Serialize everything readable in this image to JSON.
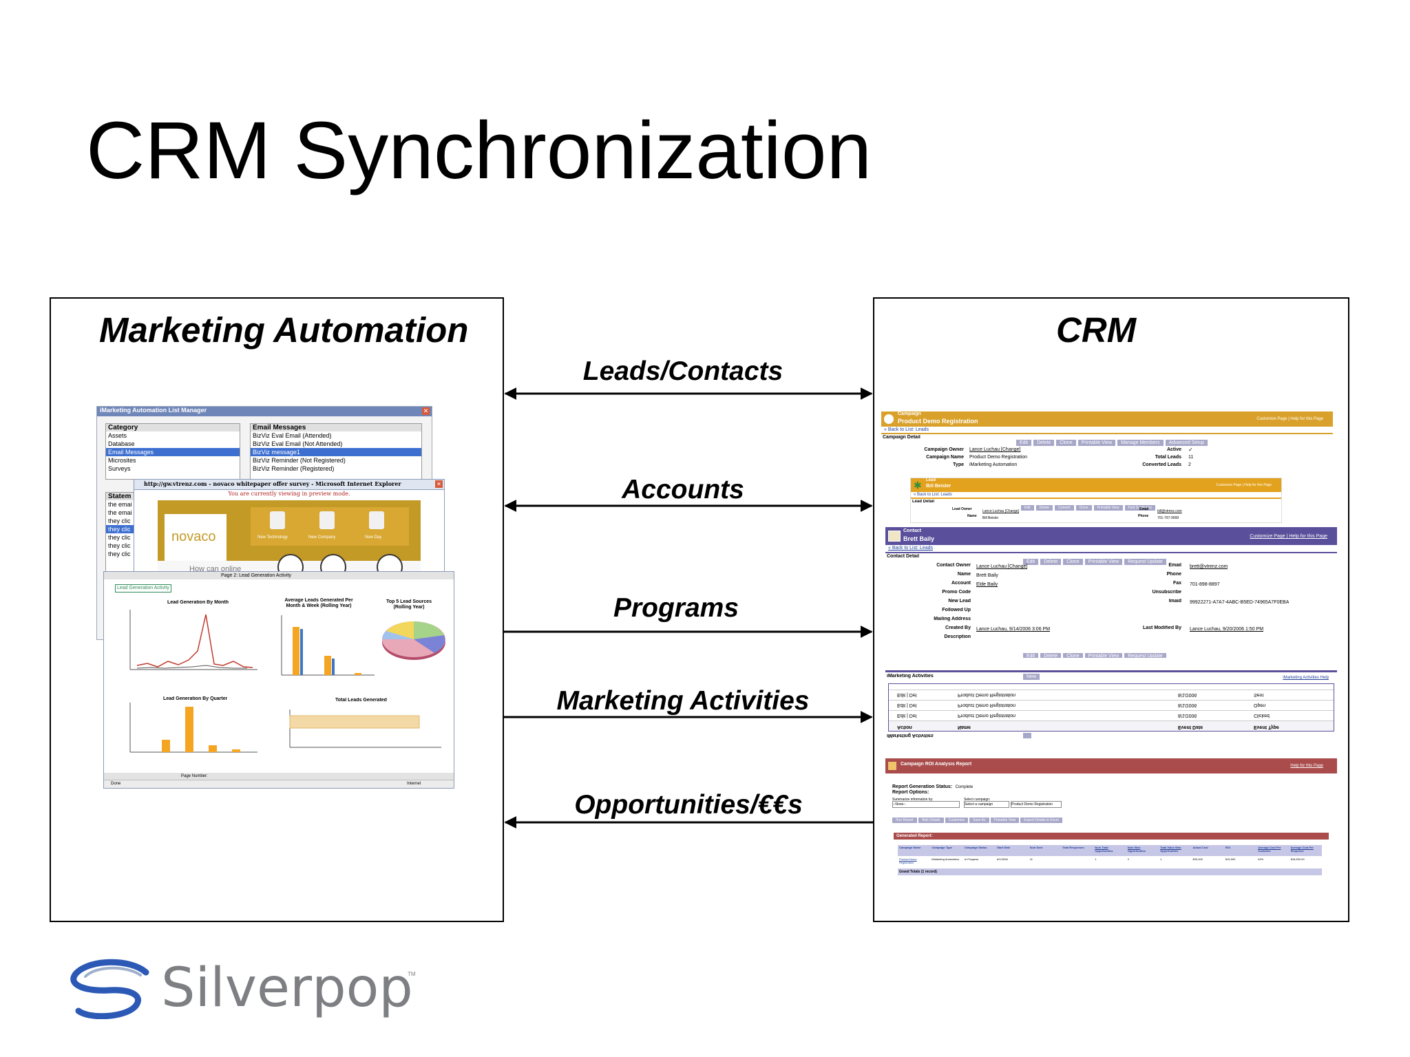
{
  "slide": {
    "title": "CRM Synchronization"
  },
  "left_panel": {
    "title": "Marketing Automation",
    "list_manager": {
      "window_title": "iMarketing Automation List Manager",
      "category_header": "Category",
      "categories": [
        "Assets",
        "Database",
        "Email Messages",
        "Microsites",
        "Surveys"
      ],
      "selected_category": "Email Messages",
      "messages_header": "Email Messages",
      "messages": [
        "BizViz Eval Email (Attended)",
        "BizViz Eval Email (Not Attended)",
        "BizViz message1",
        "BizViz Reminder (Not Registered)",
        "BizViz Reminder (Registered)"
      ],
      "statements_header": "Statem",
      "statements": [
        "the emai",
        "the emai",
        "they clic",
        "they clic",
        "they clic",
        "they clic",
        "they clic"
      ]
    },
    "browser_window": {
      "title": "http://gw.vtrenz.com - novaco whitepaper offer survey - Microsoft Internet Explorer",
      "preview_notice": "You are currently viewing in preview mode.",
      "logo_text": "novaco",
      "tagline": "How can online",
      "icons": [
        "New Technology",
        "New Company",
        "New Day"
      ]
    },
    "report_window": {
      "page_header": "Page 2: Lead Generation Activity",
      "tab_label": "Lead Generation Activity",
      "charts": {
        "by_month": "Lead Generation By Month",
        "avg_leads": "Average Leads Generated Per Month & Week (Rolling Year)",
        "top_sources": "Top 5 Lead Sources (Rolling Year)",
        "by_quarter": "Lead Generation By Quarter",
        "total": "Total Leads Generated"
      },
      "page_number_label": "Page Number:",
      "status_left": "Done",
      "status_right": "Internet"
    }
  },
  "flows": [
    {
      "label": "Leads/Contacts",
      "direction": "both"
    },
    {
      "label": "Accounts",
      "direction": "both"
    },
    {
      "label": "Programs",
      "direction": "right"
    },
    {
      "label": "Marketing Activities",
      "direction": "right"
    },
    {
      "label": "Opportunities/€€s",
      "direction": "left"
    }
  ],
  "right_panel": {
    "title": "CRM",
    "campaign": {
      "header_small": "Campaign",
      "header": "Product Demo Registration",
      "header_links": "Customize Page | Help for this Page",
      "back_link": "« Back to List: Leads",
      "section": "Campaign Detail",
      "buttons": [
        "Edit",
        "Delete",
        "Clone",
        "Printable View",
        "Manage Members",
        "Advanced Setup"
      ],
      "fields": [
        {
          "label": "Campaign Owner",
          "value": "Lance Luchau [Change]"
        },
        {
          "label": "Campaign Name",
          "value": "Product Demo Registration"
        },
        {
          "label": "Type",
          "value": "iMarketing Automation"
        }
      ],
      "right_fields": [
        {
          "label": "Active",
          "value": "✓"
        },
        {
          "label": "Total Leads",
          "value": "11"
        },
        {
          "label": "Converted Leads",
          "value": "2"
        }
      ]
    },
    "lead": {
      "header_small": "Lead",
      "header": "Bill Beisler",
      "header_links": "Customize Page | Help for this Page",
      "back_link": "« Back to List: Leads",
      "section": "Lead Detail",
      "buttons": [
        "Edit",
        "Delete",
        "Convert",
        "Clone",
        "Printable View",
        "Find Duplicates"
      ],
      "fields": [
        {
          "label": "Lead Owner",
          "value": "Lance Luchau [Change]"
        },
        {
          "label": "Name",
          "value": "Bill Beisler"
        }
      ],
      "right_fields": [
        {
          "label": "Email",
          "value": "bill@vtrenz.com"
        },
        {
          "label": "Phone",
          "value": "701-797-9999"
        }
      ]
    },
    "contact": {
      "header_small": "Contact",
      "header": "Brett Baily",
      "header_links": "Customize Page | Help for this Page",
      "back_link": "« Back to List: Leads",
      "section": "Contact Detail",
      "buttons": [
        "Edit",
        "Delete",
        "Clone",
        "Printable View",
        "Request Update"
      ],
      "fields": [
        {
          "label": "Contact Owner",
          "value": "Lance Luchau [Change]"
        },
        {
          "label": "Name",
          "value": "Brett Baily"
        },
        {
          "label": "Account",
          "value": "Elde Baily"
        },
        {
          "label": "Promo Code",
          "value": ""
        },
        {
          "label": "New Lead",
          "value": ""
        },
        {
          "label": "Followed Up",
          "value": ""
        },
        {
          "label": "Mailing Address",
          "value": ""
        },
        {
          "label": "Created By",
          "value": "Lance Luchau, 9/14/2006 3:06 PM"
        },
        {
          "label": "Description",
          "value": ""
        }
      ],
      "right_fields": [
        {
          "label": "Email",
          "value": "brett@vtrenz.com"
        },
        {
          "label": "Phone",
          "value": ""
        },
        {
          "label": "Fax",
          "value": "701-898-8897"
        },
        {
          "label": "Unsubscribe",
          "value": ""
        },
        {
          "label": "Imaid",
          "value": "99922271-A7A7-4ABC-B5ED-74965A7F0EBA"
        },
        {
          "label": "Last Modified By",
          "value": "Lance Luchau, 9/20/2006 1:50 PM"
        }
      ]
    },
    "activities": {
      "header": "iMarketing Activities",
      "new_button": "New",
      "help_link": "iMarketing Activities Help",
      "rows": [
        {
          "c1": "Edit | Del",
          "c2": "Product Demo Registration",
          "c3": "8/1/2006",
          "c4": "Sent"
        },
        {
          "c1": "Edit | Del",
          "c2": "Product Demo Registration",
          "c3": "8/1/2006",
          "c4": "Open"
        },
        {
          "c1": "Edit | Del",
          "c2": "Product Demo Registration",
          "c3": "8/1/2006",
          "c4": "Clicked"
        },
        {
          "c1": "Action",
          "c2": "Name",
          "c3": "Event Date",
          "c4": "Event Type"
        }
      ],
      "footer": "iMarketing Activities"
    },
    "roi": {
      "header": "Campaign ROI Analysis Report",
      "help_link": "Help for this Page",
      "status_label": "Report Generation Status:",
      "status_value": "Complete",
      "options_label": "Report Options:",
      "summarize_label": "Summarize information by:",
      "summarize_value": "--None--",
      "select_label": "Select campaign:",
      "select_value": "Select a campaign",
      "campaign_value": "Product Demo Registration",
      "buttons": [
        "Run Report",
        "Hide Details",
        "Customize",
        "Save As",
        "Printable View",
        "Export Details to Excel"
      ],
      "generated_label": "Generated Report:",
      "columns": [
        "Campaign Name",
        "Campaign Type",
        "Campaign Status",
        "Start Date",
        "Num Sent",
        "Total Responses",
        "Num Total Opportunities",
        "Num Won Opportunities",
        "Total Value Won Opportunities",
        "Actual Cost",
        "ROI",
        "Average Cost Per Customer",
        "Average Cost Per Response"
      ],
      "row": [
        "Product Demo Registration",
        "iMarketing Automation",
        "In Progress",
        "8/1/2006",
        "41",
        "",
        "1",
        "2",
        "1",
        "$30,000",
        "$19,500",
        "62%",
        "$16,500.00"
      ],
      "grand_total": "Grand Totals (1 record)"
    }
  },
  "logo": {
    "text": "Silverpop",
    "tm": "TM"
  },
  "colors": {
    "campaign_header": "#d9a12b",
    "lead_header": "#e3a21e",
    "contact_header": "#5a4f9b",
    "roi_header": "#a94c4b",
    "logo_text": "#7d7f83",
    "logo_swoosh": "#2b59b5"
  }
}
